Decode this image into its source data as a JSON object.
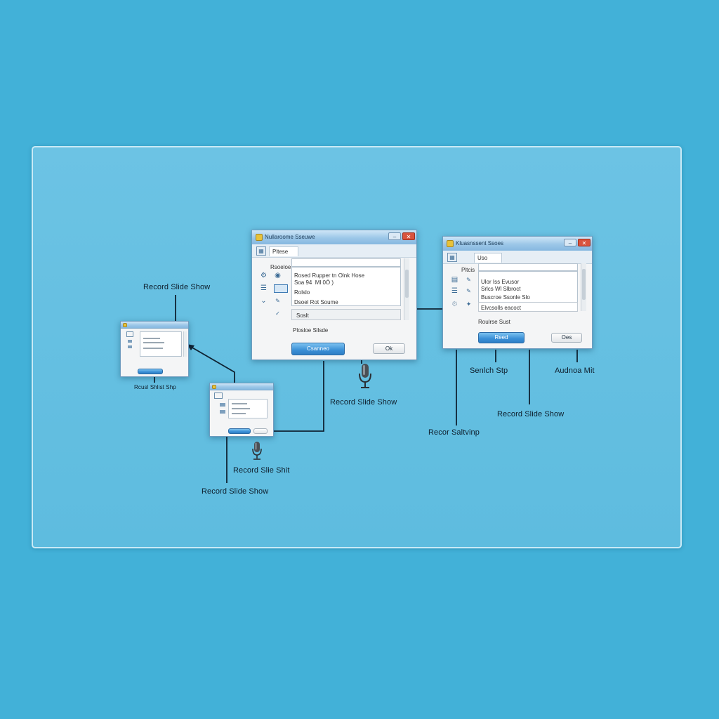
{
  "labels": {
    "record_top": "Record Slide Show",
    "small_win_caption": "Rcusl Shlist Shp",
    "record_mid": "Record Slide Show",
    "record_shit": "Record Slie Shit",
    "record_bottom": "Record Slide Show",
    "switch_step": "Senlch Stp",
    "audience": "Audnoa Mit",
    "record_right": "Record Slide Show",
    "recor_setting": "Recor Saltvinp"
  },
  "big_dialog": {
    "title": "Nullaroome Sseuwe",
    "tab": "Pltese",
    "section_label": "Rsoeloe",
    "list_lines": [
      "Rosed Rupper tn Olnk Hose",
      "Soa 94  Ml 0Ö )",
      "Rolslo",
      "Dsoel Rot Soume"
    ],
    "combo_value": "Soslt",
    "status": "Plosloe Sllsde",
    "primary_button": "Csanneo",
    "ok_button": "Ok"
  },
  "right_dialog": {
    "title": "Kluasnssent Ssoes",
    "tab": "Uso",
    "section_label": "Pltcis",
    "list_lines": [
      "Ulor Iss Evusor",
      "Srlcs Wl Slbroct",
      "Buscroe Ssonle Slo"
    ],
    "combo_value": "Elvcsolls eacoct",
    "status": "Roulrse Sust",
    "primary_button": "Reed",
    "ok_button": "Oes"
  },
  "icons": {
    "mic": "microphone-icon",
    "gear": "gear-icon",
    "globe": "globe-icon",
    "list": "list-icon",
    "chevron": "chevron-down-icon",
    "check": "check-icon",
    "pen": "pen-icon",
    "star": "star-icon"
  },
  "colors": {
    "background": "#42b1d8",
    "panel": "#65c0e2",
    "connector": "#0f2333",
    "primary_button": "#3a8fd6",
    "close_button": "#d9533d"
  }
}
